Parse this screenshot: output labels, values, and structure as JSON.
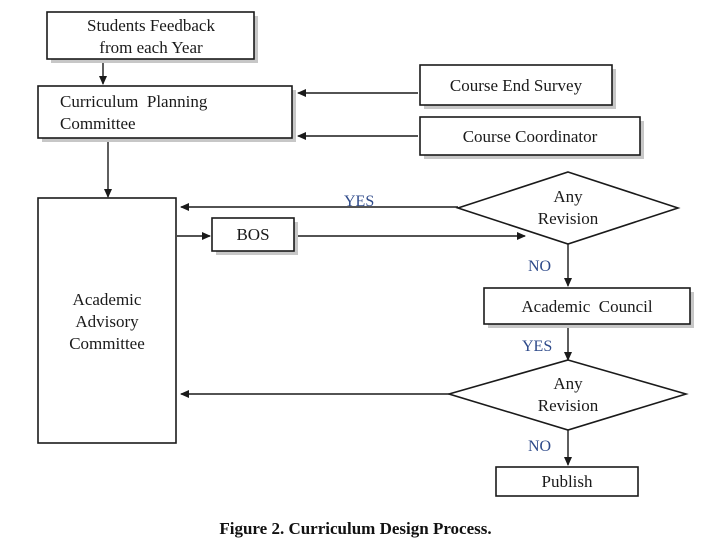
{
  "diagram": {
    "nodes": {
      "students_feedback": {
        "lines": [
          "Students Feedback",
          "from each Year"
        ]
      },
      "curriculum_planning": {
        "lines": [
          "Curriculum  Planning",
          "Committee"
        ]
      },
      "course_end_survey": {
        "lines": [
          "Course End Survey"
        ]
      },
      "course_coordinator": {
        "lines": [
          "Course Coordinator"
        ]
      },
      "academic_advisory": {
        "lines": [
          "Academic",
          "Advisory",
          "Committee"
        ]
      },
      "bos": {
        "lines": [
          "BOS"
        ]
      },
      "any_revision_1": {
        "lines": [
          "Any",
          "Revision"
        ]
      },
      "academic_council": {
        "lines": [
          "Academic  Council"
        ]
      },
      "any_revision_2": {
        "lines": [
          "Any",
          "Revision"
        ]
      },
      "publish": {
        "lines": [
          "Publish"
        ]
      }
    },
    "edge_labels": {
      "yes_1": "YES",
      "no_1": "NO",
      "yes_2": "YES",
      "no_2": "NO"
    }
  },
  "caption": "Figure 2. Curriculum Design Process."
}
